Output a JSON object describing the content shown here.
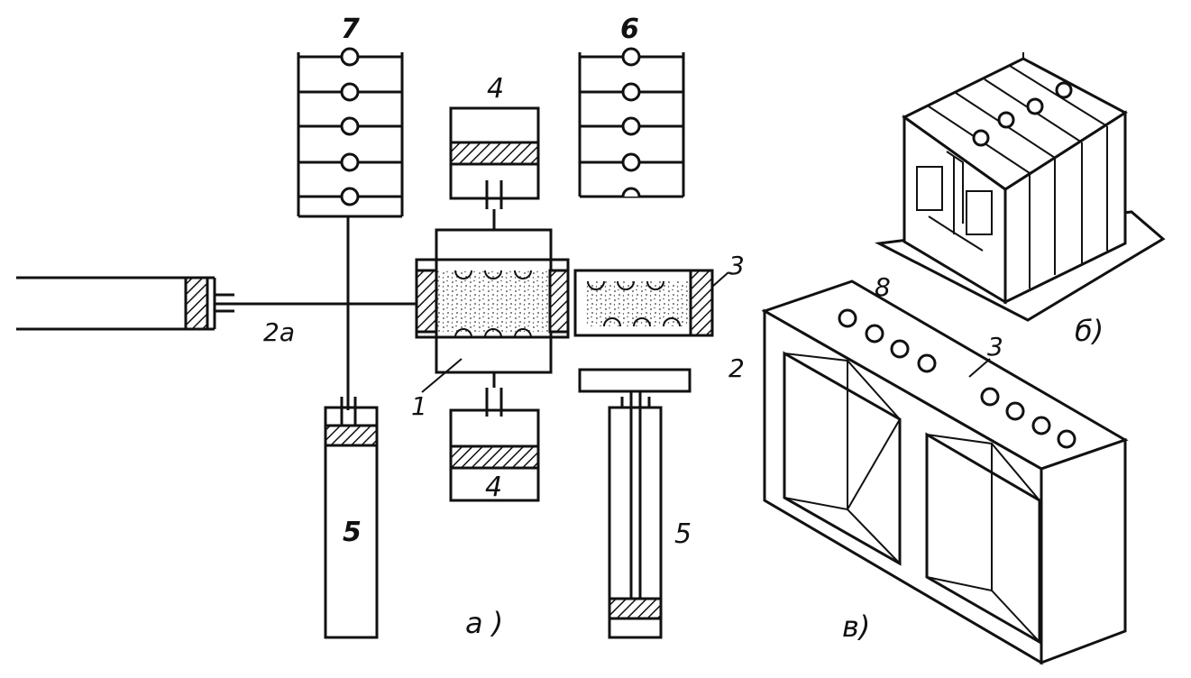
{
  "labels": {
    "rack_left": "7",
    "rack_right": "6",
    "press_top": "4",
    "press_bottom": "4",
    "cylinder_left": "5",
    "cylinder_right": "5",
    "side_ram": "2a",
    "flask_pointer": "1",
    "core_box_pointer": "3",
    "fig_a": "a )",
    "fig_b": "б)",
    "fig_v": "в)",
    "block_hole": "8",
    "block_side": "2",
    "block_top": "3"
  }
}
